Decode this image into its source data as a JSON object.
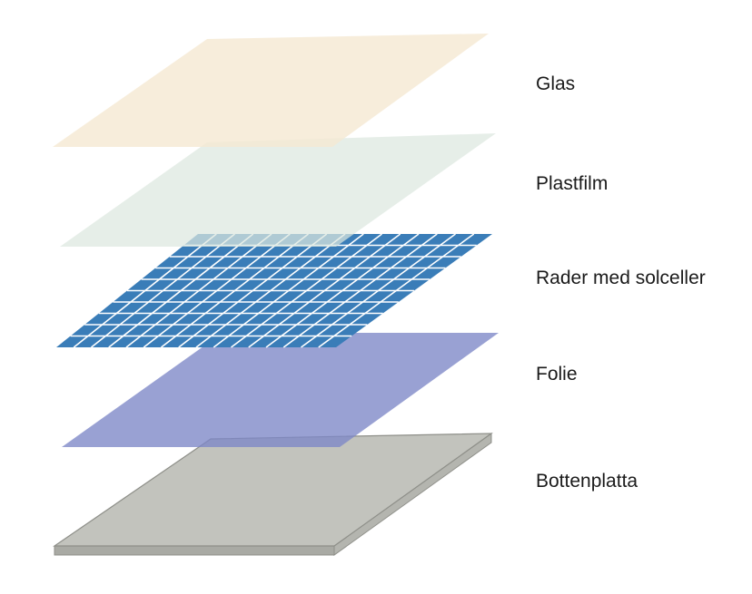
{
  "layers": [
    {
      "id": "glass",
      "label": "Glas",
      "color": "#f6ecd8"
    },
    {
      "id": "plastic-film",
      "label": "Plastfilm",
      "color": "#e3ede5"
    },
    {
      "id": "solar-cells",
      "label": "Rader med solceller",
      "color": "#3a7db8"
    },
    {
      "id": "foil",
      "label": "Folie",
      "color": "#949ed2"
    },
    {
      "id": "base-plate",
      "label": "Bottenplatta",
      "color": "#c2c3bd"
    }
  ]
}
